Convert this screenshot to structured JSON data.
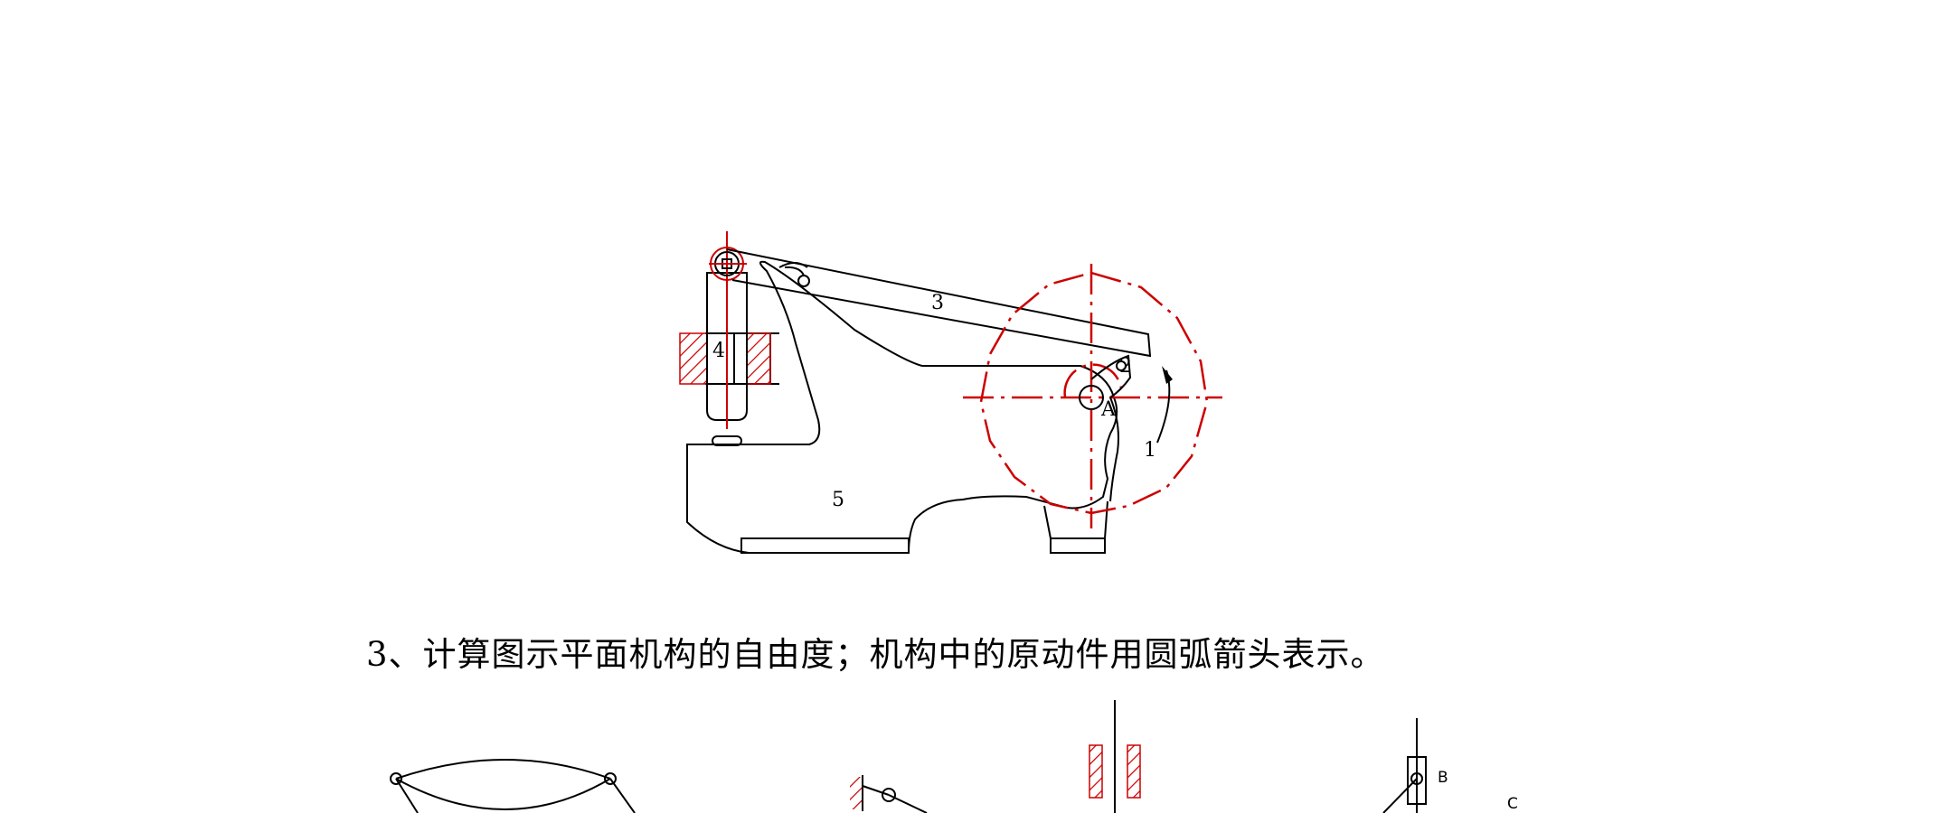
{
  "labels": {
    "link_1": "1",
    "link_2": "2",
    "link_3": "3",
    "link_4": "4",
    "link_5": "5",
    "point_A": "A",
    "point_B": "B",
    "point_C": "C"
  },
  "question": {
    "text": "3、计算图示平面机构的自由度；机构中的原动件用圆弧箭头表示。"
  },
  "colors": {
    "line": "#000000",
    "center_line": "#cc0000",
    "hatch": "#cc0000"
  }
}
